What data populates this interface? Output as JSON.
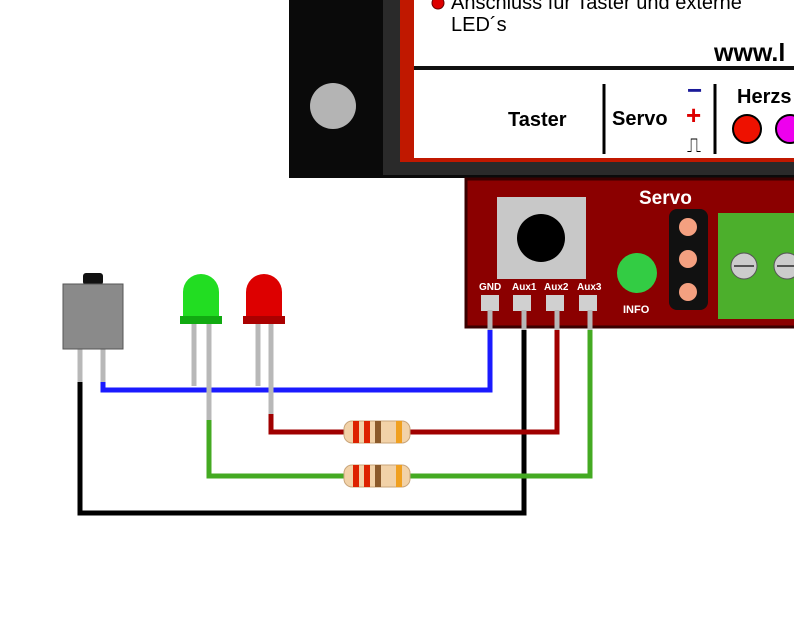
{
  "board": {
    "feature_text_line1": "Anschluss für Taster und externe",
    "feature_text_line2": "LED´s",
    "url": "www.l",
    "section_taster": "Taster",
    "section_servo": "Servo",
    "section_herz": "Herzs",
    "minus_symbol": "−",
    "plus_symbol": "+",
    "pulse_symbol": "⎍"
  },
  "module": {
    "title": "Servo",
    "info_label": "INFO",
    "pins": [
      "GND",
      "Aux1",
      "Aux2",
      "Aux3"
    ]
  },
  "colors": {
    "board_red": "#8b0000",
    "wire_blue": "#1a1aff",
    "wire_red": "#a00000",
    "wire_green": "#44aa22",
    "wire_black": "#000000",
    "led_green": "#22cc22",
    "led_red": "#dd0000",
    "info_led": "#33cc44",
    "terminal_green": "#4caf2c"
  }
}
